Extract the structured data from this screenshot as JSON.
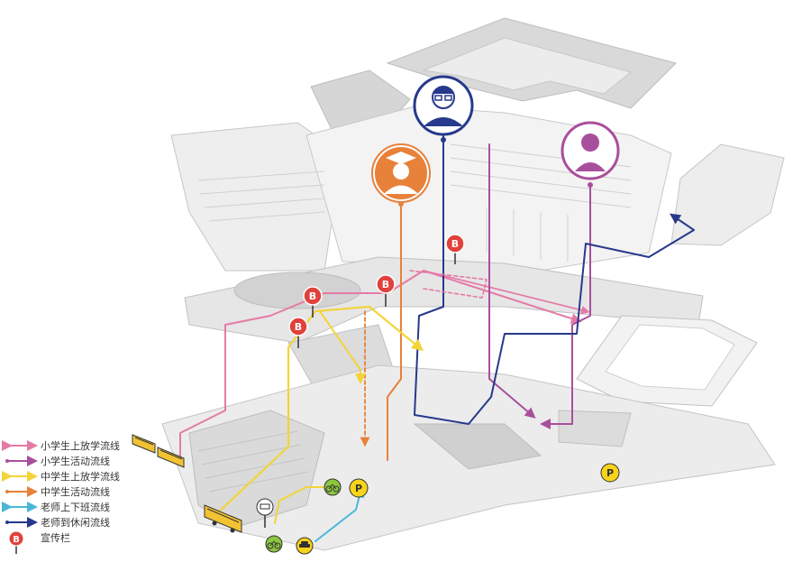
{
  "diagram": {
    "legend": [
      {
        "label": "小学生上放学流线",
        "color": "#e57aa6",
        "style": "line"
      },
      {
        "label": "小学生活动流线",
        "color": "#a84f9c",
        "style": "line"
      },
      {
        "label": "中学生上放学流线",
        "color": "#f3d43a",
        "style": "line"
      },
      {
        "label": "中学生活动流线",
        "color": "#e8813a",
        "style": "line"
      },
      {
        "label": "老师上下班流线",
        "color": "#4ab7d8",
        "style": "line"
      },
      {
        "label": "老师到休闲流线",
        "color": "#27398c",
        "style": "line"
      },
      {
        "label": "宣传栏",
        "color": "#e0413a",
        "style": "marker"
      }
    ],
    "board_marker_letter": "B",
    "parking_letter": "P",
    "bike_icon": "bicycle-icon",
    "car_icon": "car-icon",
    "bus_icon": "school-bus-icon",
    "stop_icon": "bus-stop-icon",
    "persona_icons": [
      {
        "name": "teacher-icon",
        "color": "#27398c"
      },
      {
        "name": "graduate-student-icon",
        "color": "#e8813a"
      },
      {
        "name": "pupil-icon",
        "color": "#a84f9c"
      }
    ],
    "colors": {
      "building_light": "#f2f2f2",
      "building_mid": "#e2e2e2",
      "building_dark": "#c9c9c9",
      "board": "#e0413a",
      "parking": "#f7d31a",
      "bike_badge": "#8dc63f",
      "bus": "#f1c232"
    }
  }
}
